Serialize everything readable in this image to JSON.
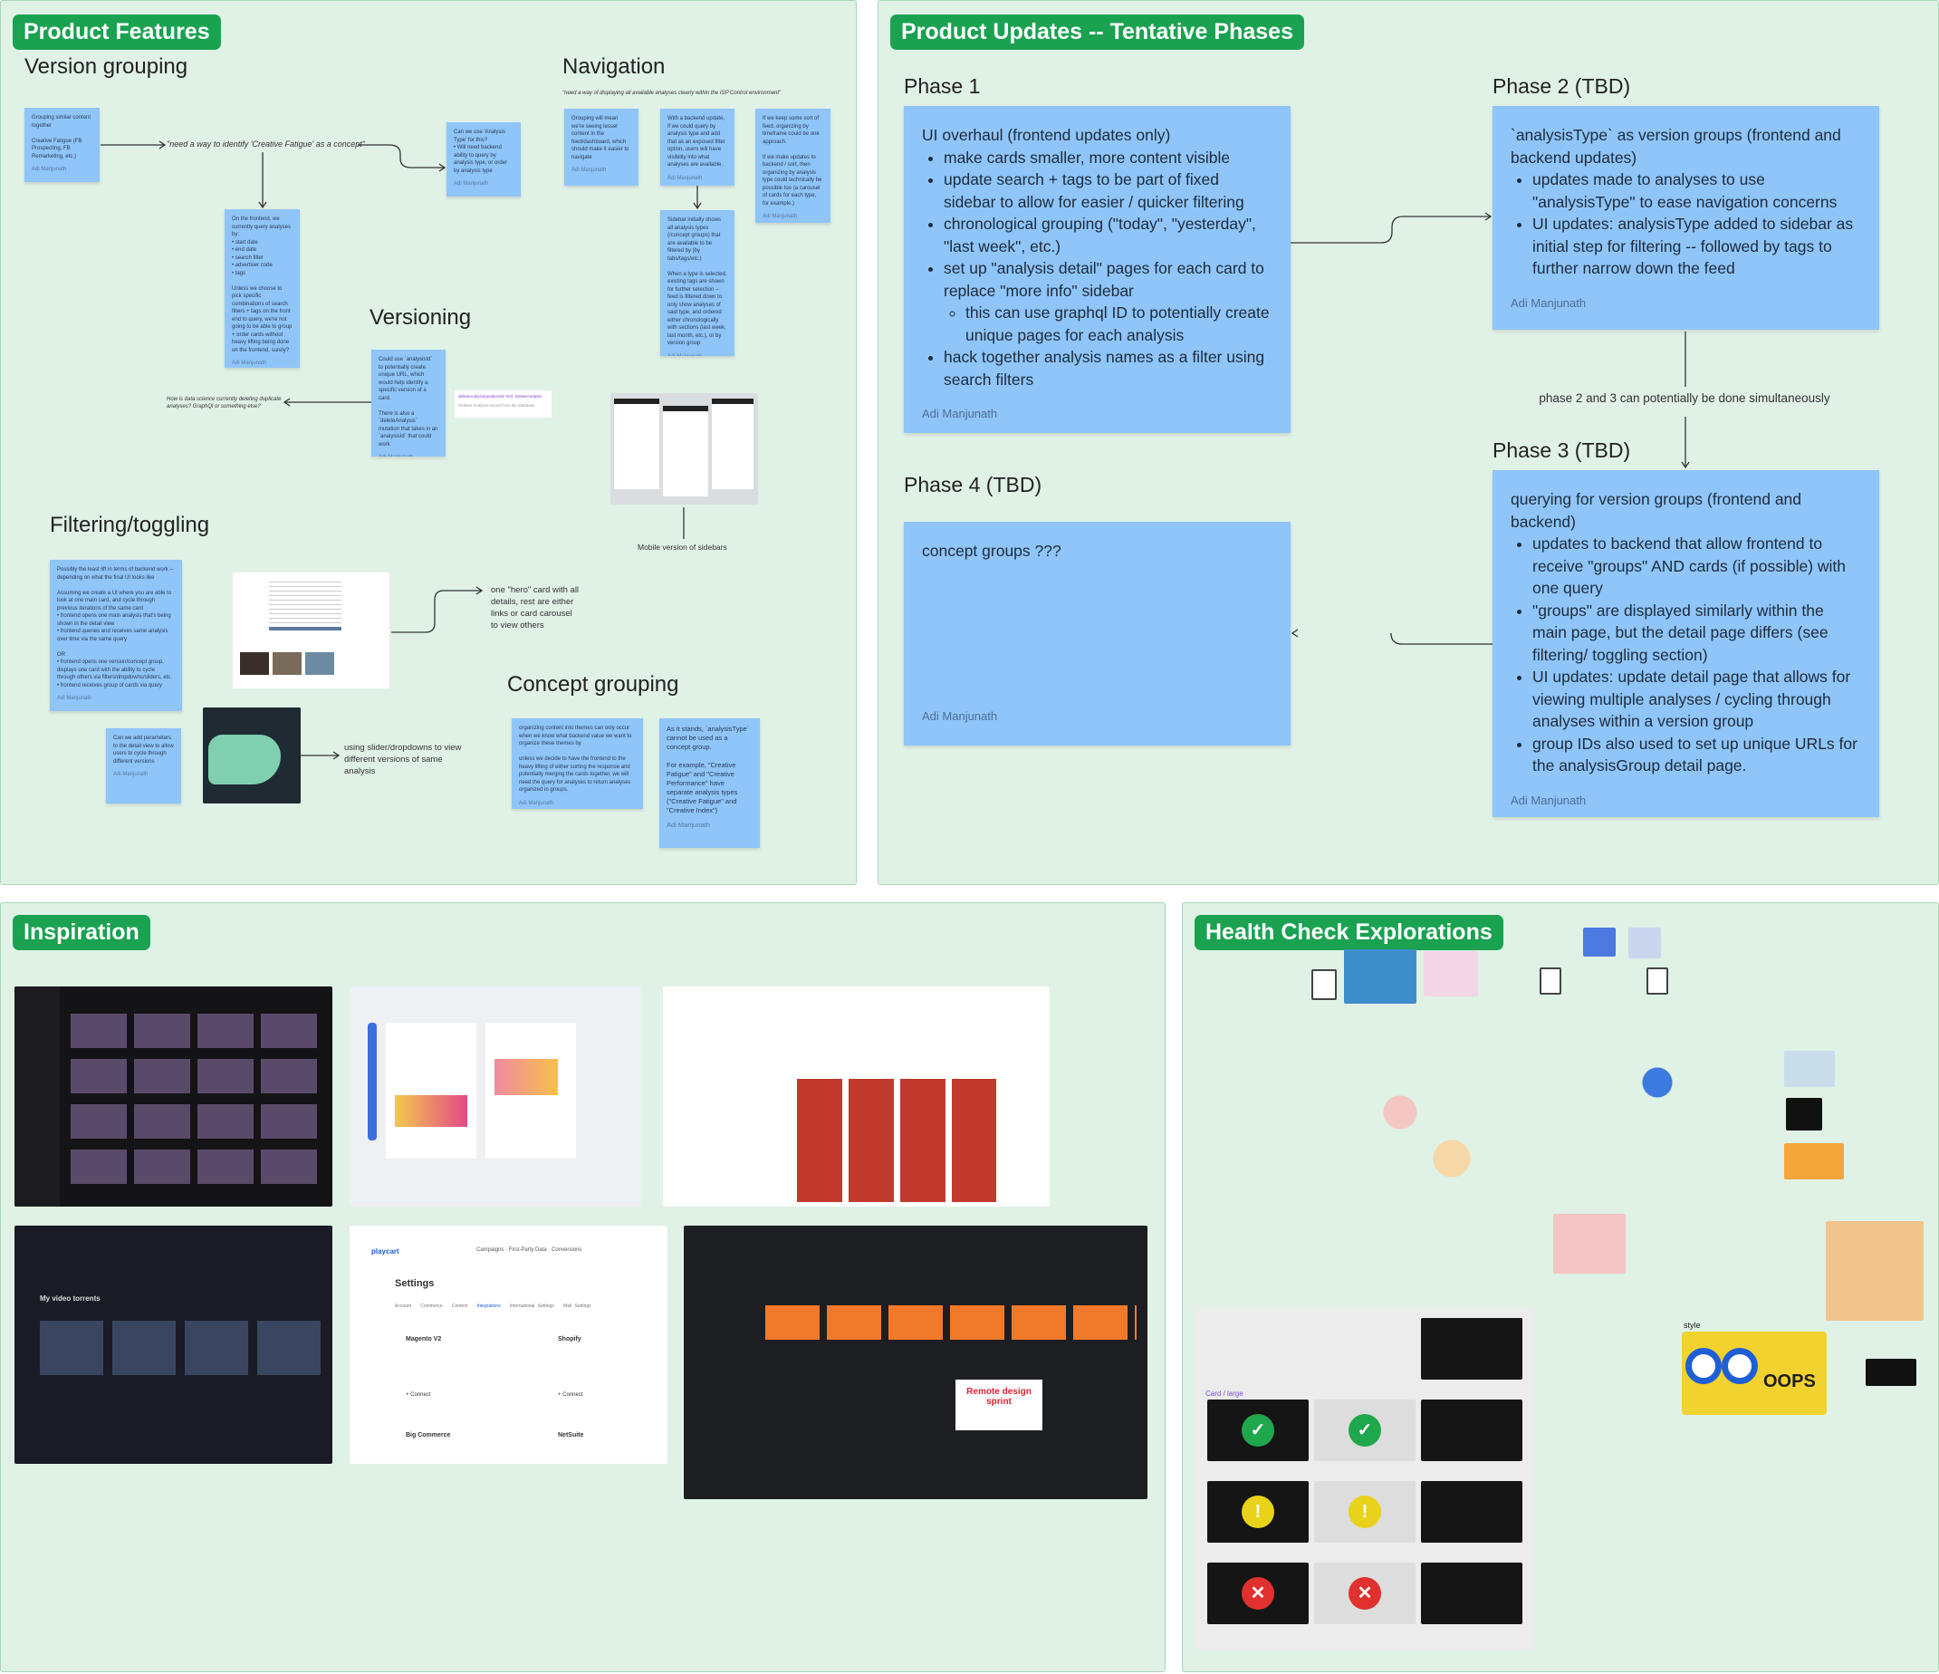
{
  "product_features": {
    "tag": "Product Features",
    "version_grouping": {
      "title": "Version grouping",
      "note1": "Grouping similar content together\n\nCreative Fatigue (FB Prospecting, FB Remarketing, etc.)",
      "quote": "\"need a way to identify 'Creative Fatigue' as a concept\"",
      "note2": "Can we use 'Analysis Type' for this?\n• Will need backend ability to query by analysis type, or order by analysis type",
      "note3": "On the frontend, we currently query analyses by:\n• start date\n• end date\n• search filter\n• advertiser code\n• tags\n\nUnless we choose to pick specific combinations of search filters + tags on the front end to query, we're not going to be able to group + order cards without heavy lifting being done on the frontend, surely?"
    },
    "navigation": {
      "title": "Navigation",
      "quote": "\"need a way of displaying all available analyses clearly within the ISP Control environment\"",
      "note1": "Grouping will mean we're seeing lesser content in the feed/dashboard, which should make it easier to navigate",
      "note2": "With a backend update, if we could query by analysis type and add that as an exposed filter option, users will have visibility into what analyses are available.",
      "note3": "If we keep some sort of feed, organizing by timeframe could be one approach.\n\nIf we make updates to backend / sort, then organizing by analysis type could technically be possible too (a carousel of cards for each type, for example.)",
      "note4": "Sidebar initially shows all analysis types (/concept groups) that are available to be filtered by (by tabs/tags/etc.)\n\nWhen a type is selected, existing tags are shown for further selection -- feed is filtered down to only show analyses of said type, and ordered either chronologically with sections (last week, last month, etc.), or by version group",
      "mobile_label": "Mobile version of sidebars"
    },
    "versioning": {
      "title": "Versioning",
      "note": "Could use `analysisId` to potentially create unique URL, which would help identify a specific version of a card.\n\nThere is also a `deleteAnalysis` mutation that takes in an `analysisId` that could work",
      "question": "How is data science currently deleting duplicate analyses? GraphQl or something else?",
      "code_line": "deleteAnalysis(analysisId: ID!): DeleteAnalysis",
      "code_desc": "Deletes Analysis record from the database"
    },
    "filtering": {
      "title": "Filtering/toggling",
      "note1": "Possibly the least lift in terms of backend work -- depending on what the final UI looks like\n\nAssuming we create a UI where you are able to look at one main card, and cycle through previous iterations of the same card\n• frontend opens one main analysis that's being shown in the detail view\n• frontend queries and receives same analysis over time via the same query\n\nOR\n• frontend opens one version/concept group, displays one card with the ability to cycle through others via filters/dropdowns/sliders, etc.\n• frontend receives group of cards via query",
      "hero_text": "one \"hero\" card with all details, rest are either links or card carousel to view others",
      "note2": "Can we add parameters to the detail view to allow users to cycle through different versions",
      "slider_text": "using slider/dropdowns to view different versions of same analysis"
    },
    "concept": {
      "title": "Concept grouping",
      "note1": "organizing content into themes can only occur when we know what backend value we want to organize these themes by\n\nunless we decide to have the frontend to the heavy lifting of either sorting the response and potentially merging the cards together, we will need the query for analyses to return analyses organized in groups.",
      "note2": "As it stands, `analysisType` cannot be used as a concept group.\n\nFor example, \"Creative Fatigue\" and \"Creative Performance\" have separate analysis types (\"Creative Fatigue\" and \"Creative Index\")"
    },
    "author": "Adi Manjunath"
  },
  "product_updates": {
    "tag": "Product Updates -- Tentative Phases",
    "phase1": {
      "title": "Phase 1",
      "intro": "UI overhaul (frontend updates only)",
      "bullets": [
        "make cards smaller, more content visible",
        "update search + tags to be part of fixed sidebar to allow for easier / quicker filtering",
        "chronological grouping (\"today\", \"yesterday\", \"last week\", etc.)",
        "set up \"analysis detail\" pages for each card to replace \"more info\" sidebar",
        "hack together analysis names as a filter using search filters"
      ],
      "sub_bullet": "this can use graphql ID to potentially create unique pages for each analysis",
      "author": "Adi Manjunath"
    },
    "phase2": {
      "title": "Phase 2 (TBD)",
      "intro": "`analysisType` as version groups (frontend and backend updates)",
      "bullets": [
        "updates made to analyses to use \"analysisType\" to ease navigation concerns",
        "UI updates: analysisType added to sidebar as initial step for filtering -- followed by tags to further narrow down the feed"
      ],
      "author": "Adi Manjunath"
    },
    "connector_note": "phase 2 and 3 can potentially be done simultaneously",
    "phase3": {
      "title": "Phase 3 (TBD)",
      "intro": "querying for version groups (frontend and backend)",
      "bullets": [
        "updates to backend that allow frontend to receive \"groups\" AND cards (if possible) with one query",
        "\"groups\" are displayed similarly within the main page, but the detail page differs (see filtering/ toggling section)",
        "UI updates: update detail page that allows for viewing multiple analyses / cycling through analyses within a version group",
        "group IDs also used to set up unique URLs for the analysisGroup detail page."
      ],
      "author": "Adi Manjunath"
    },
    "phase4": {
      "title": "Phase 4 (TBD)",
      "intro": "concept groups ???",
      "author": "Adi Manjunath"
    }
  },
  "inspiration": {
    "tag": "Inspiration",
    "shot4_title": "My video torrents",
    "shot5": {
      "brand": "playcart",
      "nav": [
        "Campaigns",
        "First-Party Data",
        "Conversions"
      ],
      "title": "Settings",
      "tabs": [
        "Account",
        "Commerce",
        "Content",
        "Integrations",
        "International Settings",
        "Mail Settings"
      ],
      "integrations": [
        "Magento V2",
        "Shopify",
        "Big Commerce",
        "NetSuite"
      ],
      "connect": "+ Connect"
    },
    "shot6": {
      "cards": [
        "Remote design sprint"
      ]
    }
  },
  "health_check": {
    "tag": "Health Check Explorations",
    "grid_label": "Card / large",
    "style_label": "style",
    "oops": "OOPS",
    "colors": {
      "good": "#1ea84b",
      "warn": "#e8d21a",
      "bad": "#e0312e"
    }
  }
}
